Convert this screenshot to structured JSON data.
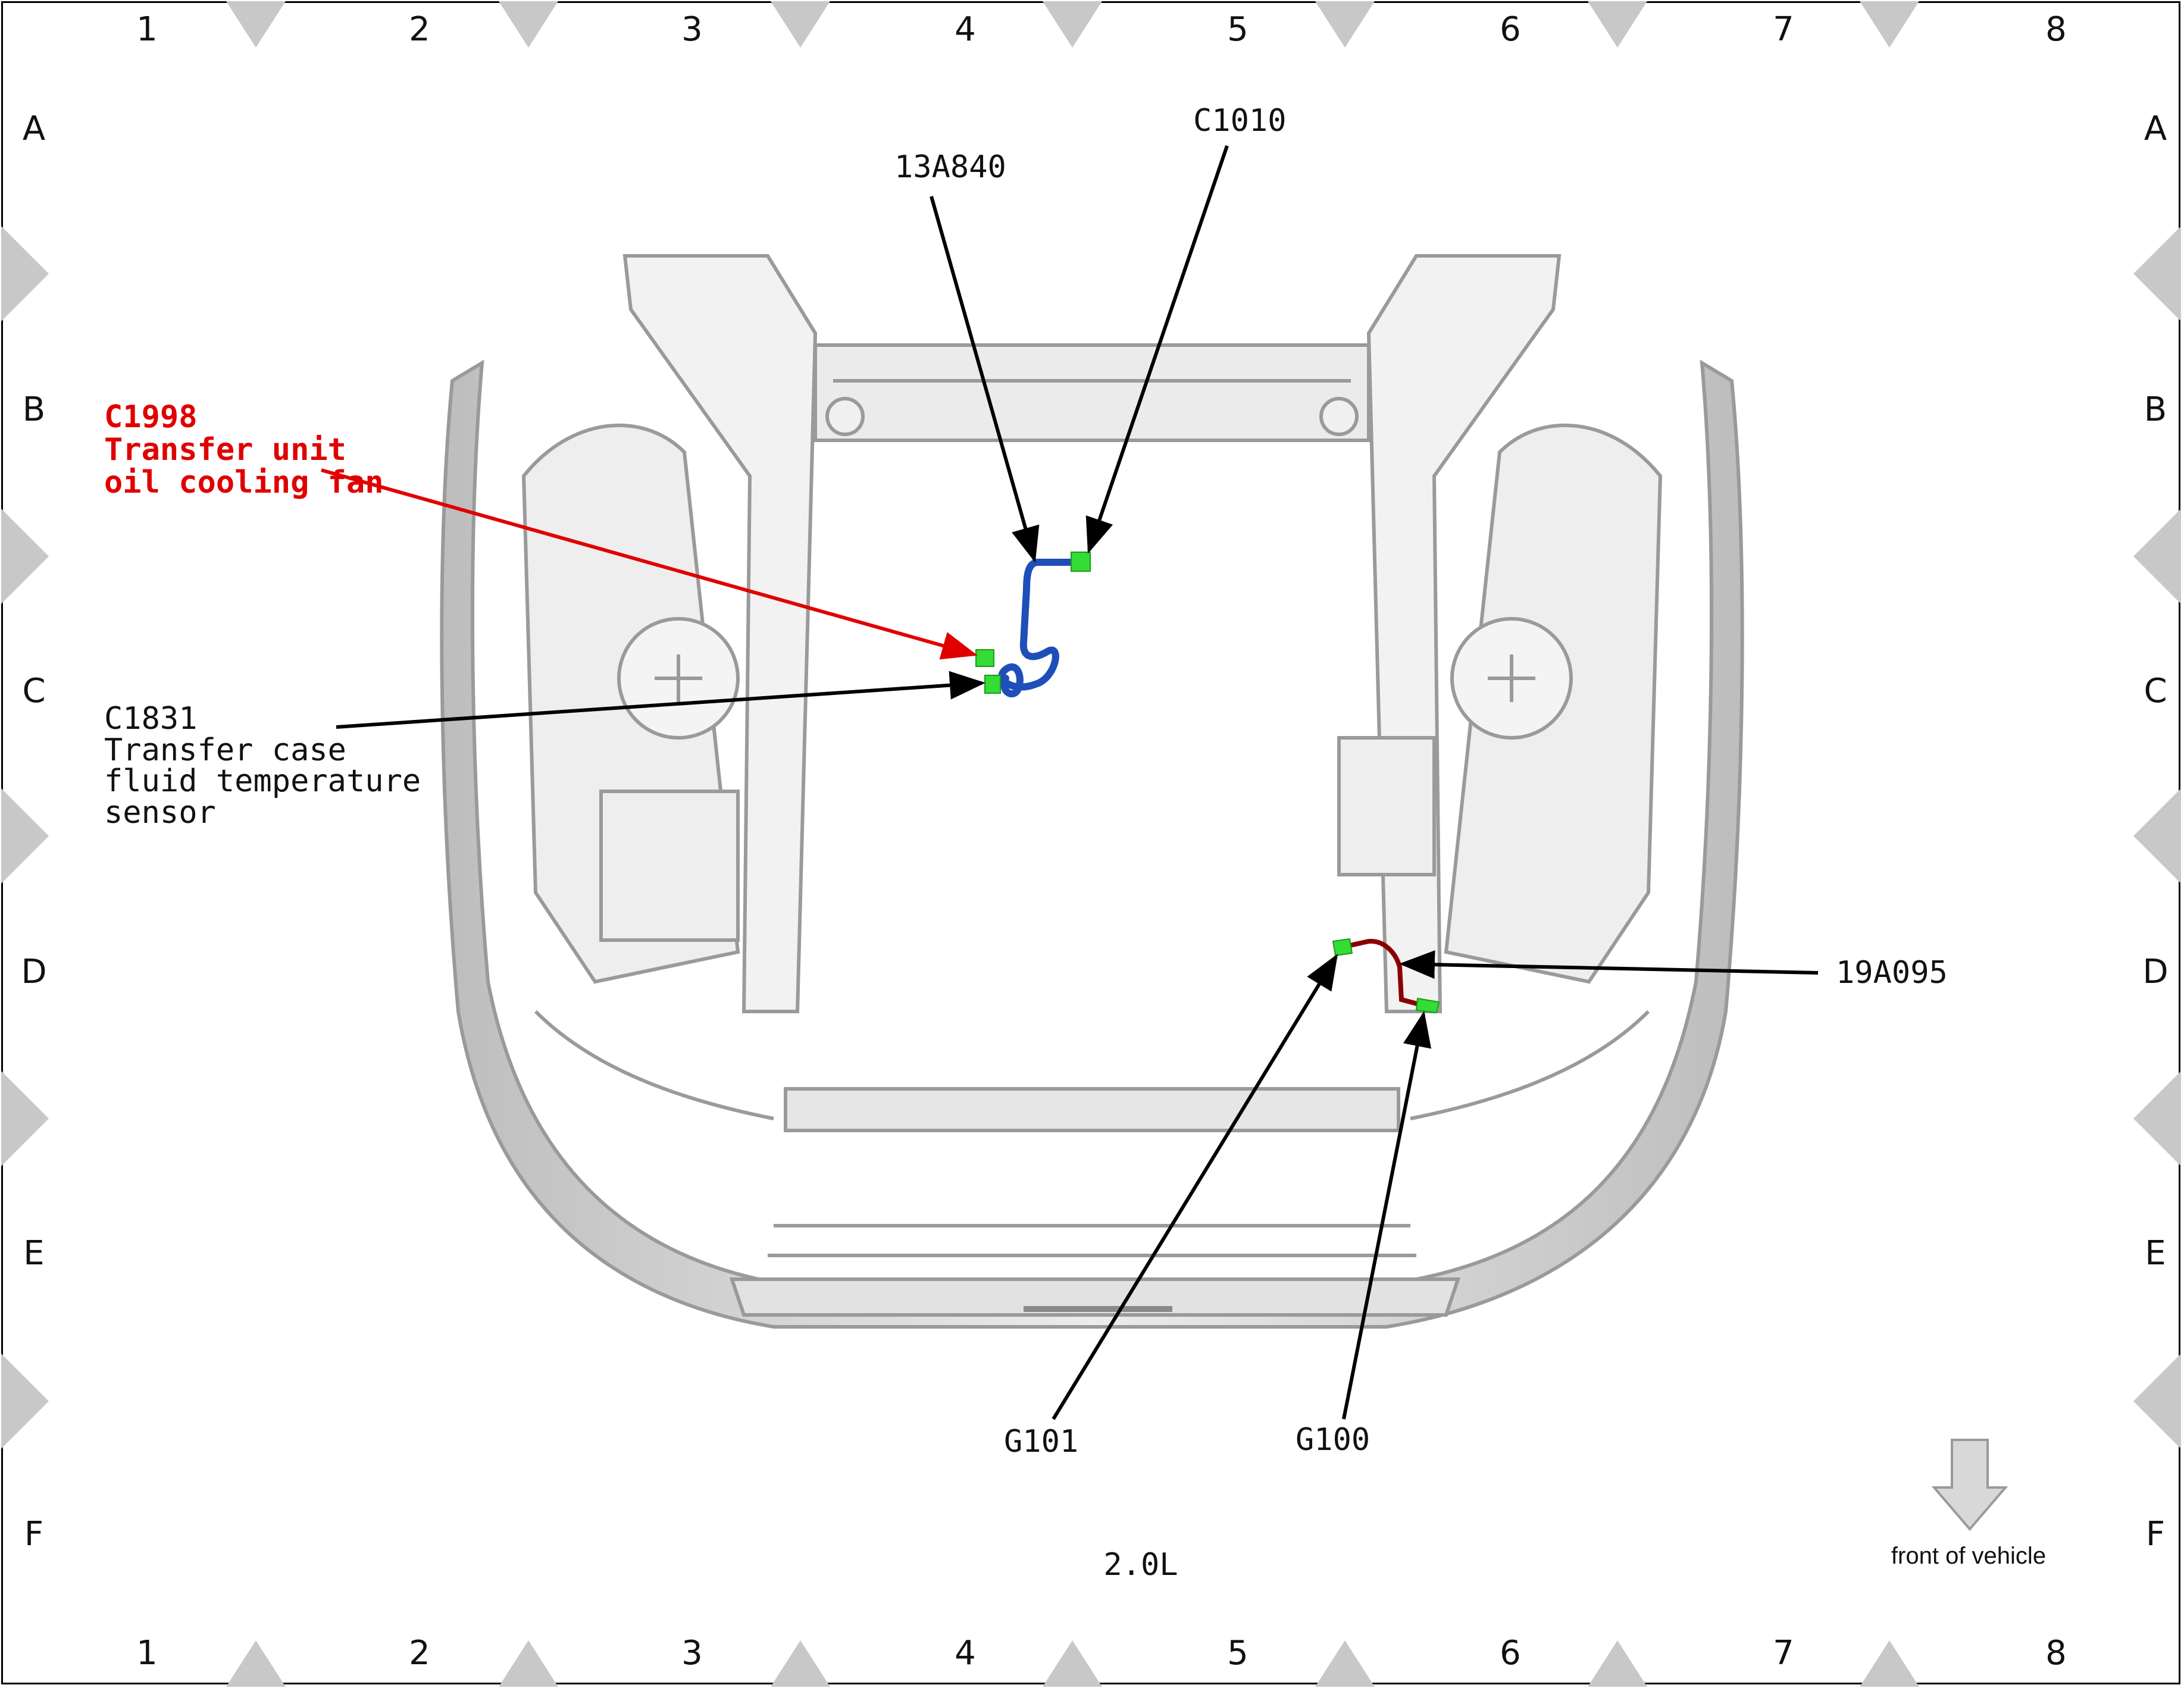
{
  "grid": {
    "columns": [
      "1",
      "2",
      "3",
      "4",
      "5",
      "6",
      "7",
      "8"
    ],
    "rows": [
      "A",
      "B",
      "C",
      "D",
      "E",
      "F"
    ]
  },
  "callouts": {
    "c1998": {
      "code": "C1998",
      "line1": "Transfer unit",
      "line2": "oil cooling fan"
    },
    "c1831": {
      "code": "C1831",
      "line1": "Transfer case",
      "line2": "fluid temperature",
      "line3": "sensor"
    },
    "harness_13a840": "13A840",
    "c1010": "C1010",
    "harness_19a095": "19A095",
    "g101": "G101",
    "g100": "G100"
  },
  "engine": "2.0L",
  "orientation": {
    "label": "front of vehicle",
    "icon": "down-arrow-icon"
  },
  "colors": {
    "highlight": "#e00000",
    "harness_blue": "#1e4fb8",
    "harness_red": "#8b0000",
    "connector": "#33dd33"
  }
}
